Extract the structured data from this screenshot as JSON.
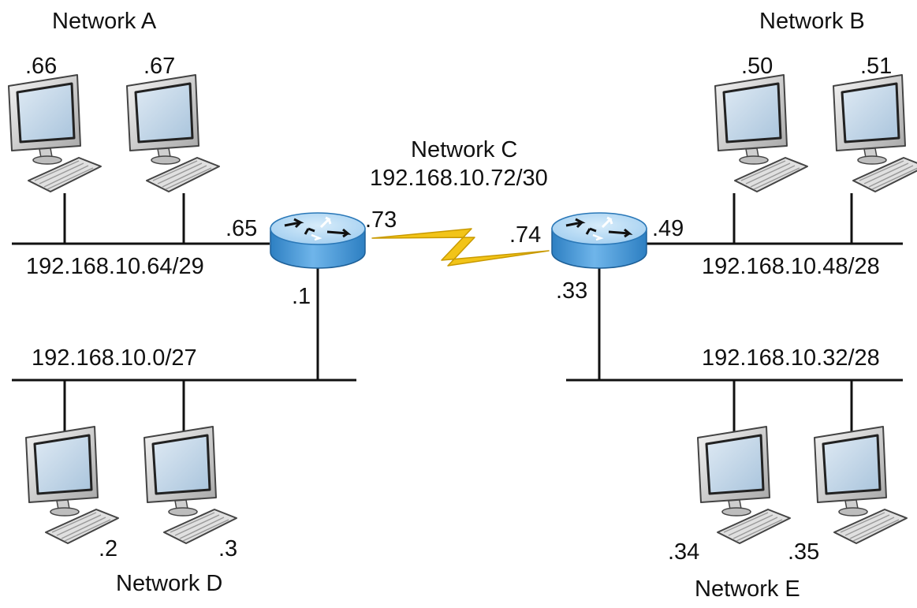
{
  "networks": {
    "a": {
      "name": "Network A",
      "subnet": "192.168.10.64/29",
      "hosts": [
        ".66",
        ".67"
      ],
      "router_port": ".65"
    },
    "b": {
      "name": "Network B",
      "subnet": "192.168.10.48/28",
      "hosts": [
        ".50",
        ".51"
      ],
      "router_port": ".49"
    },
    "c": {
      "name": "Network C",
      "subnet": "192.168.10.72/30",
      "left_port": ".73",
      "right_port": ".74"
    },
    "d": {
      "name": "Network D",
      "subnet": "192.168.10.0/27",
      "hosts": [
        ".2",
        ".3"
      ],
      "router_port": ".1"
    },
    "e": {
      "name": "Network E",
      "subnet": "192.168.10.32/28",
      "hosts": [
        ".34",
        ".35"
      ],
      "router_port": ".33"
    }
  },
  "icons": {
    "router": "router-icon",
    "workstation": "workstation-icon",
    "serial_link": "serial-link-icon"
  },
  "colors": {
    "router_top": "#a8d3f0",
    "router_side": "#3a8fd0",
    "serial_link": "#f2c418",
    "screen": "#c4d8ea",
    "line": "#111111"
  }
}
